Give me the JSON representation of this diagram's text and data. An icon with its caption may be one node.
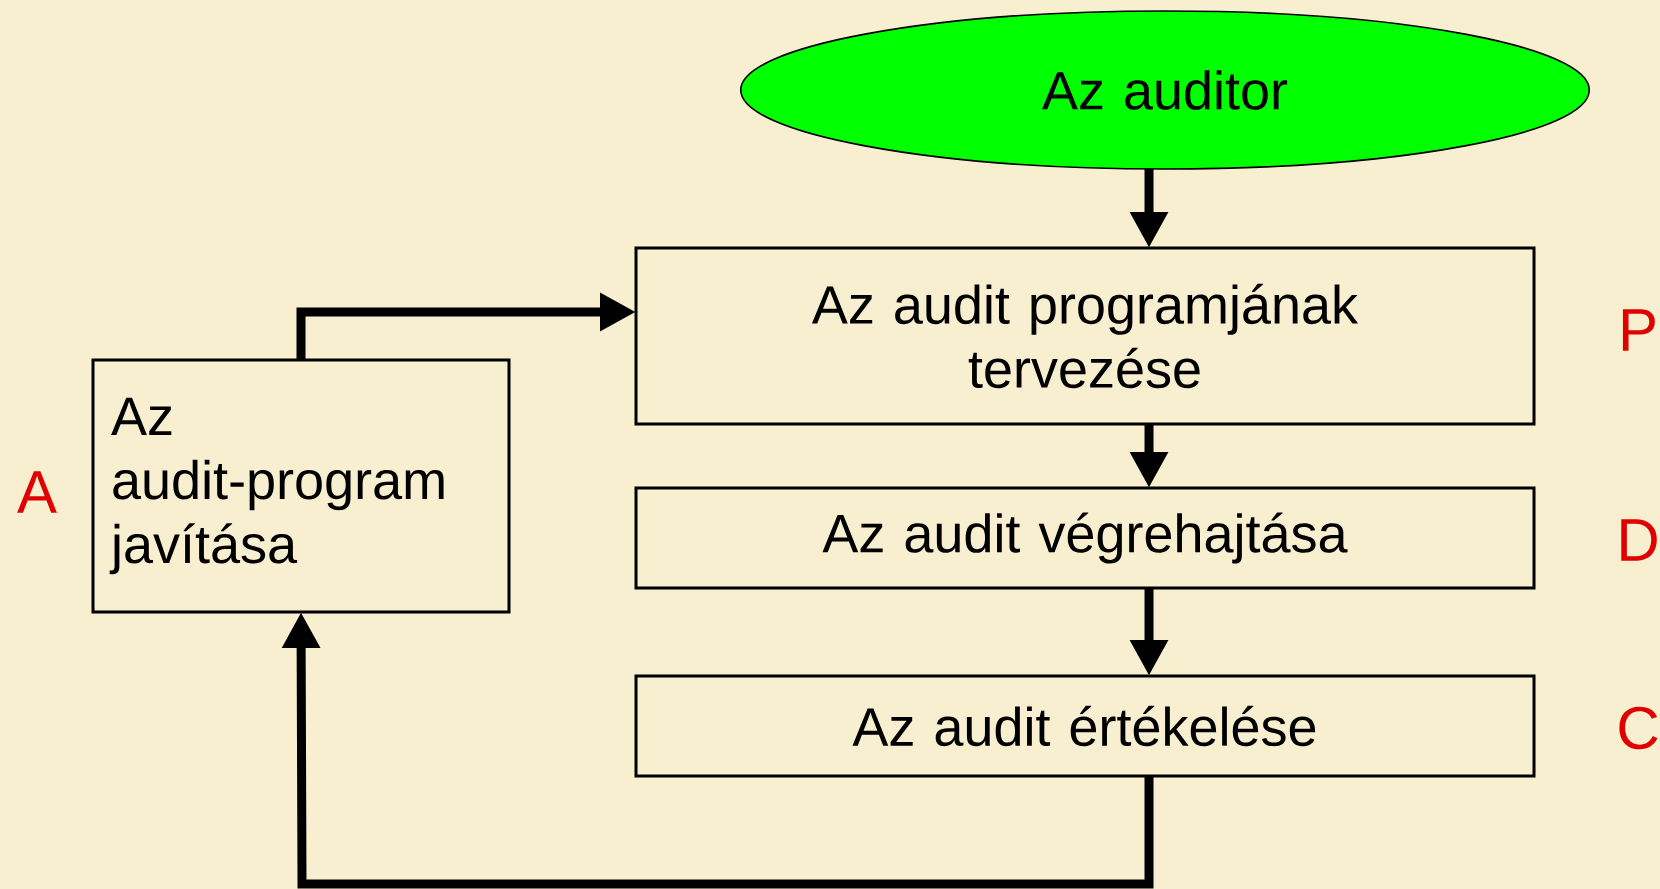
{
  "diagram": {
    "nodes": [
      {
        "text": [
          "Az auditor"
        ]
      },
      {
        "text": [
          "Az audit programjának tervezése"
        ]
      },
      {
        "text": [
          "Az audit végrehajtása"
        ]
      },
      {
        "text": [
          "Az audit értékelése"
        ]
      },
      {
        "text": [
          "Az audit-program javítása"
        ]
      }
    ],
    "edges": [
      {
        "from": 0,
        "to": 1,
        "arrow": "to"
      },
      {
        "from": 1,
        "to": 2,
        "arrow": "to"
      },
      {
        "from": 2,
        "to": 3,
        "arrow": "to"
      },
      {
        "from": 3,
        "to": 4,
        "arrow": "to"
      },
      {
        "from": 4,
        "to": 1,
        "arrow": "to"
      }
    ],
    "labels": [
      "P",
      "A",
      "D",
      "C"
    ]
  }
}
